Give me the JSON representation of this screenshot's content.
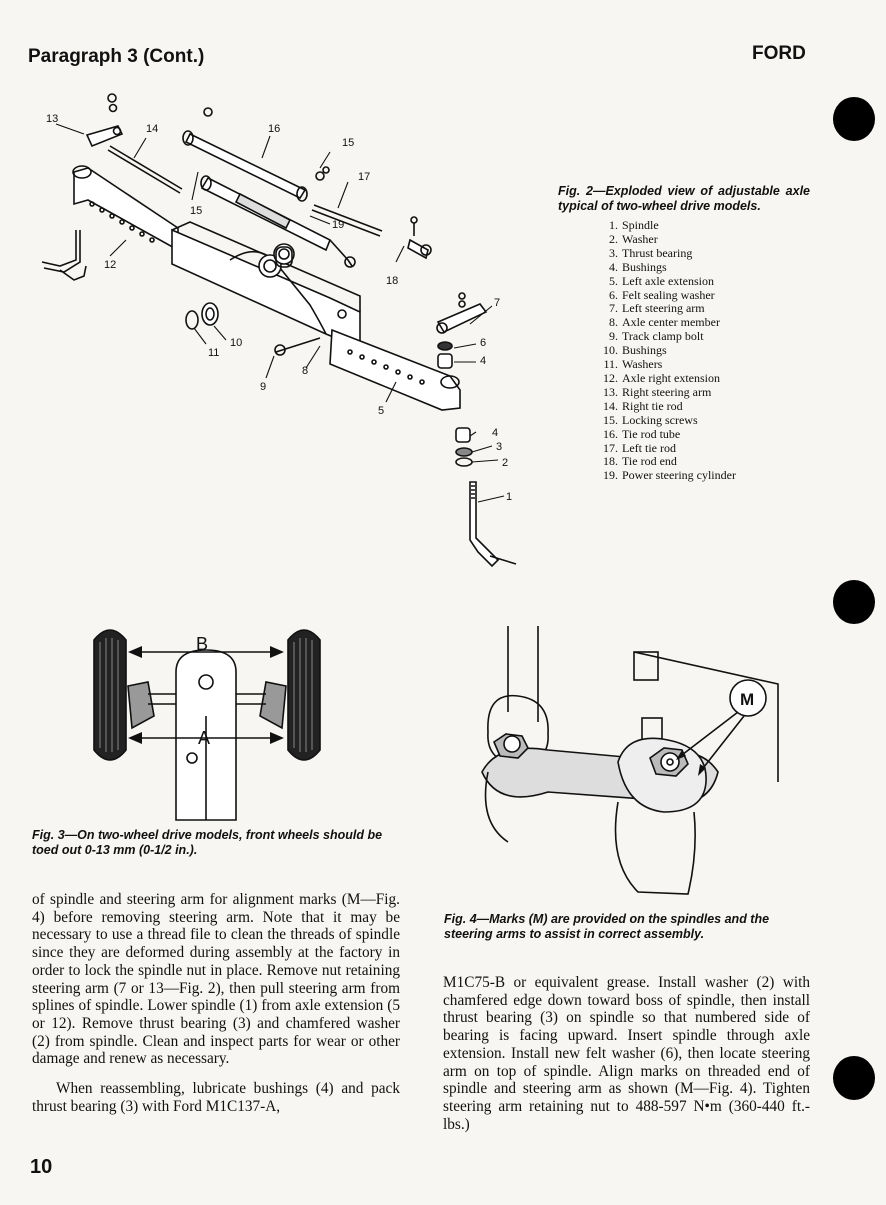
{
  "header": {
    "left": "Paragraph 3 (Cont.)",
    "right": "FORD"
  },
  "fig2": {
    "caption": "Fig. 2—Exploded view of adjustable axle typical of two-wheel drive models.",
    "callouts": [
      "1",
      "2",
      "3",
      "4",
      "4",
      "5",
      "6",
      "7",
      "8",
      "9",
      "10",
      "11",
      "12",
      "13",
      "14",
      "15",
      "15",
      "16",
      "17",
      "18",
      "19"
    ],
    "parts": [
      {
        "num": "1.",
        "name": "Spindle"
      },
      {
        "num": "2.",
        "name": "Washer"
      },
      {
        "num": "3.",
        "name": "Thrust bearing"
      },
      {
        "num": "4.",
        "name": "Bushings"
      },
      {
        "num": "5.",
        "name": "Left axle extension"
      },
      {
        "num": "6.",
        "name": "Felt sealing washer"
      },
      {
        "num": "7.",
        "name": "Left steering arm"
      },
      {
        "num": "8.",
        "name": "Axle center member"
      },
      {
        "num": "9.",
        "name": "Track clamp bolt"
      },
      {
        "num": "10.",
        "name": "Bushings"
      },
      {
        "num": "11.",
        "name": "Washers"
      },
      {
        "num": "12.",
        "name": "Axle right extension"
      },
      {
        "num": "13.",
        "name": "Right steering arm"
      },
      {
        "num": "14.",
        "name": "Right tie rod"
      },
      {
        "num": "15.",
        "name": "Locking screws"
      },
      {
        "num": "16.",
        "name": "Tie rod tube"
      },
      {
        "num": "17.",
        "name": "Left tie rod"
      },
      {
        "num": "18.",
        "name": "Tie rod end"
      },
      {
        "num": "19.",
        "name": "Power steering cylinder"
      }
    ]
  },
  "fig3": {
    "caption": "Fig. 3—On two-wheel drive models, front wheels should be toed out 0-13 mm (0-1/2 in.).",
    "label_b": "B",
    "label_a": "A"
  },
  "fig4": {
    "caption": "Fig. 4—Marks (M) are provided on the spindles and the steering arms to assist in correct assembly.",
    "label_m": "M"
  },
  "text": {
    "left_p1": "of spindle and steering arm for alignment marks (M—Fig. 4) before removing steering arm. Note that it may be necessary to use a thread file to clean the threads of spindle since they are deformed during assembly at the factory in order to lock the spindle nut in place. Remove nut retaining steering arm (7 or 13—Fig. 2), then pull steering arm from splines of spindle. Lower spindle (1) from axle extension (5 or 12). Remove thrust bearing (3) and chamfered washer (2) from spindle. Clean and inspect parts for wear or other damage and renew as necessary.",
    "left_p2": "When reassembling, lubricate bushings (4) and pack thrust bearing (3) with Ford M1C137-A,",
    "right_p1": "M1C75-B or equivalent grease. Install washer (2) with chamfered edge down toward boss of spindle, then install thrust bearing (3) on spindle so that numbered side of bearing is facing upward. Insert spindle through axle extension. Install new felt washer (6), then locate steering arm on top of spindle. Align marks on threaded end of spindle and steering arm as shown (M—Fig. 4). Tighten steering arm retaining nut to 488-597 N•m (360-440 ft.-lbs.)"
  },
  "page_number": "10"
}
